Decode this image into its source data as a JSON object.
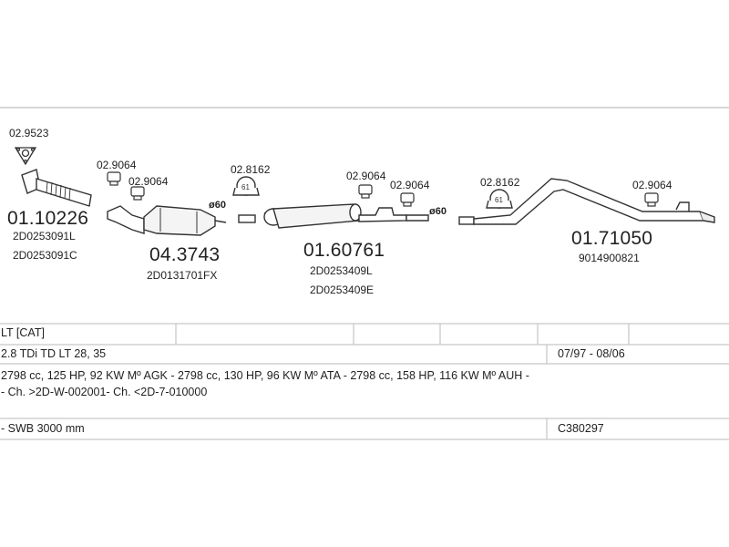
{
  "parts": {
    "front_pipe": {
      "number": "01.10226",
      "refs": [
        "2D0253091L",
        "2D0253091C"
      ]
    },
    "catalyst": {
      "number": "04.3743",
      "refs": [
        "2D0131701FX"
      ]
    },
    "middle_silencer": {
      "number": "01.60761",
      "refs": [
        "2D0253409L",
        "2D0253409E"
      ]
    },
    "rear_silencer": {
      "number": "01.71050",
      "refs": [
        "9014900821"
      ]
    }
  },
  "accessories": {
    "gasket": "02.9523",
    "mount_1": "02.9064",
    "mount_2": "02.9064",
    "clamp_1": "02.8162",
    "mount_3": "02.9064",
    "mount_4": "02.9064",
    "clamp_2": "02.8162",
    "mount_5": "02.9064"
  },
  "diameters": {
    "d1": "ø60",
    "d2": "ø60"
  },
  "clamp_badge": "61",
  "info_table": {
    "model": "LT  [CAT]",
    "engine": "2.8 TDi TD LT 28, 35",
    "period": "07/97 - 08/06",
    "specs_line1": "2798 cc, 125 HP, 92 KW Mº AGK - 2798 cc, 130 HP, 96 KW Mº ATA - 2798 cc, 158 HP, 116 KW Mº AUH -",
    "specs_line2": "- Ch. >2D-W-002001- Ch. <2D-7-010000",
    "wheelbase": "- SWB 3000 mm",
    "ref_code": "C380297"
  }
}
